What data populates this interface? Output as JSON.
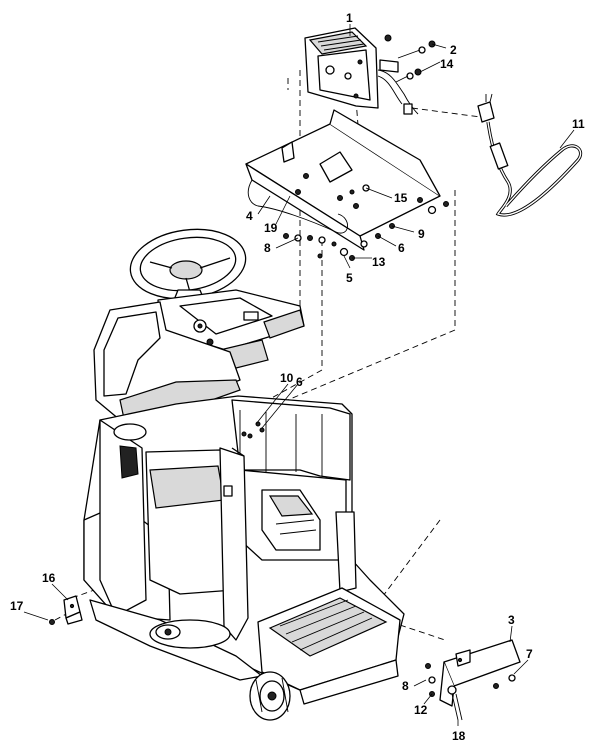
{
  "callouts": [
    {
      "id": "c1",
      "label": "1"
    },
    {
      "id": "c2",
      "label": "2"
    },
    {
      "id": "c14",
      "label": "14"
    },
    {
      "id": "c11",
      "label": "11"
    },
    {
      "id": "c15",
      "label": "15"
    },
    {
      "id": "c4",
      "label": "4"
    },
    {
      "id": "c19",
      "label": "19"
    },
    {
      "id": "c9",
      "label": "9"
    },
    {
      "id": "c8a",
      "label": "8"
    },
    {
      "id": "c6a",
      "label": "6"
    },
    {
      "id": "c13",
      "label": "13"
    },
    {
      "id": "c5",
      "label": "5"
    },
    {
      "id": "c10",
      "label": "10"
    },
    {
      "id": "c6b",
      "label": "6"
    },
    {
      "id": "c16",
      "label": "16"
    },
    {
      "id": "c17",
      "label": "17"
    },
    {
      "id": "c3",
      "label": "3"
    },
    {
      "id": "c7",
      "label": "7"
    },
    {
      "id": "c8b",
      "label": "8"
    },
    {
      "id": "c12",
      "label": "12"
    },
    {
      "id": "c18",
      "label": "18"
    }
  ]
}
